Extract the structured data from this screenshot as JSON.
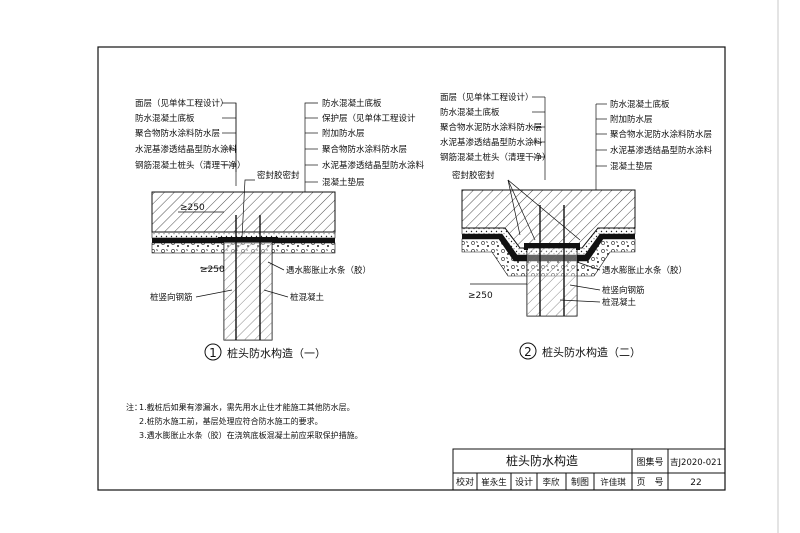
{
  "left": {
    "labels_left": [
      "面层（见单体工程设计）",
      "防水混凝土底板",
      "聚合物防水涂料防水层",
      "水泥基渗透结晶型防水涂料",
      "钢筋混凝土桩头（清理干净）"
    ],
    "labels_right": [
      "防水混凝土底板",
      "保护层（见单体工程设计",
      "附加防水层",
      "聚合物防水涂料防水层",
      "水泥基渗透结晶型防水涂料",
      "混凝土垫层"
    ],
    "seal": "密封胶密封",
    "dim_top": "≥250",
    "dim_bottom": "≥250",
    "waterstop": "遇水膨胀止水条（胶）",
    "rebar": "桩竖向钢筋",
    "pile": "桩混凝土",
    "number": "1",
    "title": "桩头防水构造（一）"
  },
  "right": {
    "labels_left": [
      "面层（见单体工程设计）",
      "防水混凝土底板",
      "聚合物水泥防水涂料防水层",
      "水泥基渗透结晶型防水涂料",
      "钢筋混凝土桩头（清理干净）"
    ],
    "labels_right": [
      "防水混凝土底板",
      "附加防水层",
      "聚合物水泥防水涂料防水层",
      "水泥基渗透结晶型防水涂料",
      "混凝土垫层"
    ],
    "seal": "密封胶密封",
    "dim": "≥250",
    "waterstop": "遇水膨胀止水条（胶）",
    "rebar": "桩竖向钢筋",
    "pile": "桩混凝土",
    "number": "2",
    "title": "桩头防水构造（二）"
  },
  "notes": {
    "prefix": "注：",
    "items": [
      "1.截桩后如果有渗漏水，需先用水止住才能施工其他防水层。",
      "2.桩防水施工前，基层处理应符合防水施工的要求。",
      "3.遇水膨胀止水条（胶）在浇筑底板混凝土前应采取保护措施。"
    ]
  },
  "titleblock": {
    "drawing_title": "桩头防水构造",
    "atlas_label": "图集号",
    "atlas_no": "吉J2020-021",
    "check": "校对",
    "checker": "崔永生",
    "design": "设计",
    "designer": "李欣",
    "draw": "制图",
    "drawer": "许佳琪",
    "page_label": "页　号",
    "page_no": "22"
  }
}
